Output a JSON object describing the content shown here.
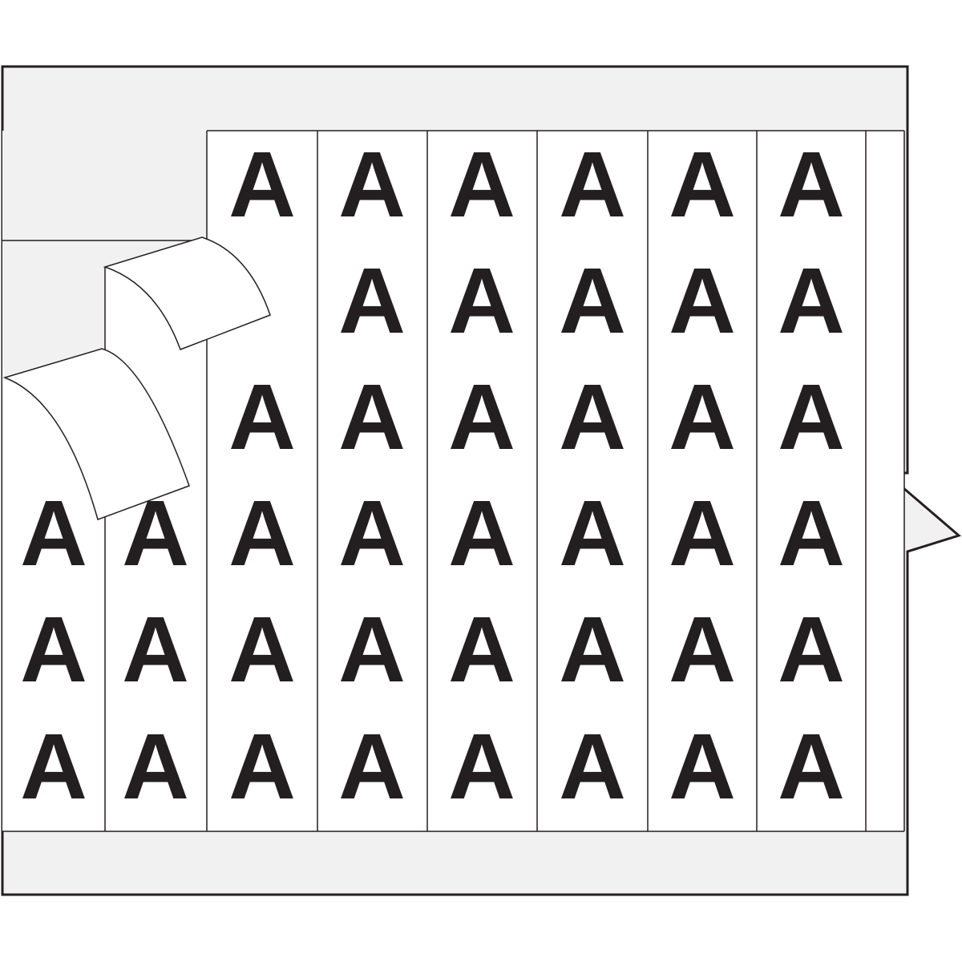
{
  "sheet": {
    "label_character": "A",
    "columns": 8,
    "rows": 6,
    "colors": {
      "liner": "#f1f1f1",
      "label": "#ffffff",
      "ink": "#231f20",
      "outline": "#231f20"
    }
  }
}
